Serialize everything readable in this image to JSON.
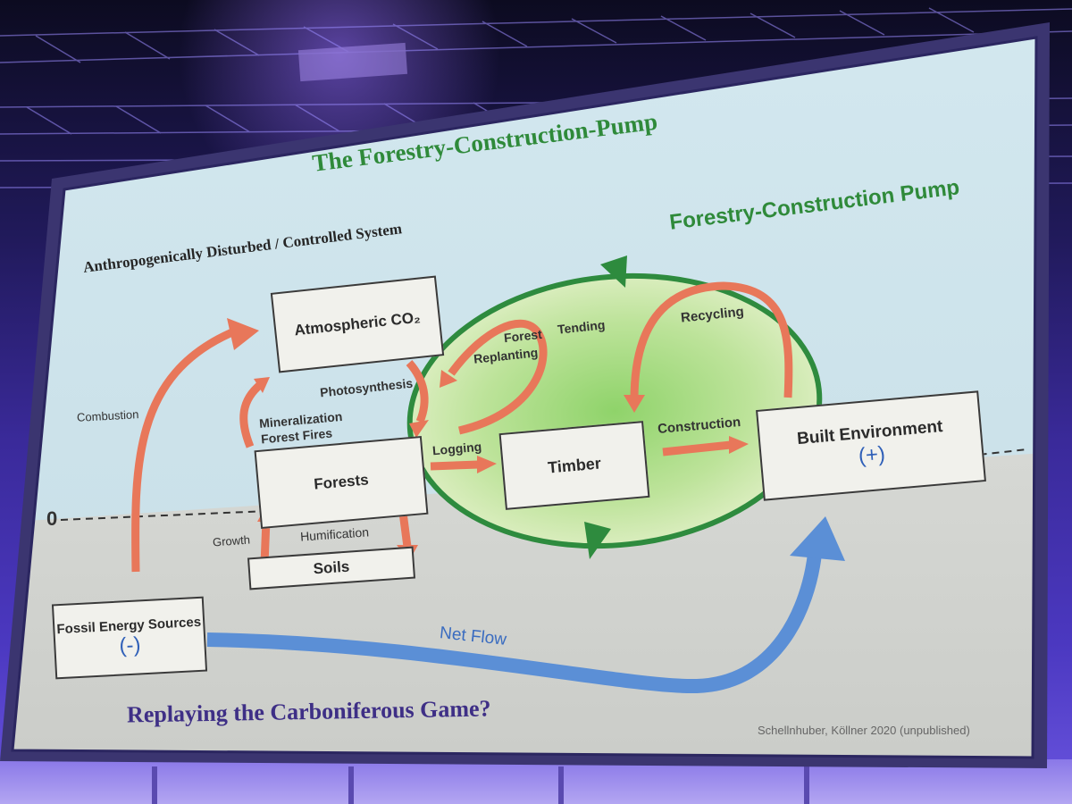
{
  "slide": {
    "title": "The Forestry-Construction-Pump",
    "subtitle": "Anthropogenically Disturbed / Controlled System",
    "pump_label": "Forestry-Construction Pump",
    "zero_label": "0",
    "footer_question": "Replaying the Carboniferous Game?",
    "credit": "Schellnhuber, Köllner 2020 (unpublished)"
  },
  "boxes": {
    "atmospheric_co2": "Atmospheric CO₂",
    "forests": "Forests",
    "soils": "Soils",
    "timber": "Timber",
    "built_environment": "Built Environment",
    "built_environment_sign": "(+)",
    "fossil_energy": "Fossil Energy Sources",
    "fossil_energy_sign": "(-)"
  },
  "flows": {
    "combustion": "Combustion",
    "photosynthesis": "Photosynthesis",
    "mineralization": "Mineralization",
    "forest_fires": "Forest Fires",
    "logging": "Logging",
    "construction": "Construction",
    "recycling": "Recycling",
    "forest": "Forest",
    "replanting": "Replanting",
    "tending": "Tending",
    "growth": "Growth",
    "humification": "Humification",
    "net_flow": "Net Flow"
  },
  "colors": {
    "title_green": "#2f8a3a",
    "arrow_orange": "#e8775a",
    "loop_green": "#2e8b3e",
    "net_flow_blue": "#5b8fd6",
    "sky": "#cfe4ec",
    "ground": "#d4d6d2"
  }
}
